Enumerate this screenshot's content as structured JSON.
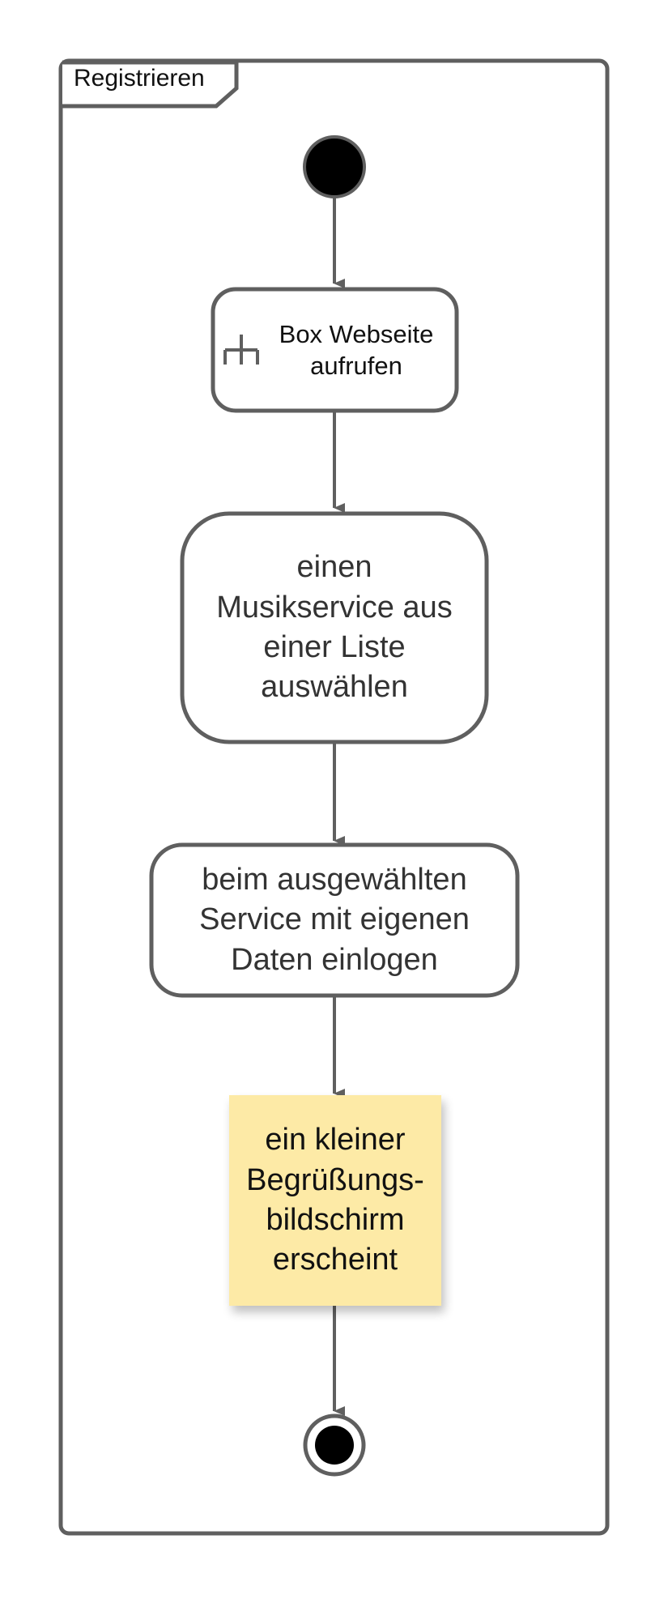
{
  "diagram": {
    "frame_title": "Registrieren",
    "nodes": {
      "action1": "Box Webseite\naufrufen",
      "action2": "einen\nMusikservice aus\neiner Liste\nauswählen",
      "action3": "beim ausgewählten\nService mit eigenen\nDaten einlogen",
      "note": "ein kleiner\nBegrüßungs-\nbildschirm\nerscheint"
    },
    "icons": {
      "action1_icon": "call-behavior-rake-icon"
    }
  },
  "colors": {
    "stroke": "#5f5f5f",
    "node_fill": "#ffffff",
    "note_fill": "#fdeaa6",
    "start_fill": "#000000"
  }
}
